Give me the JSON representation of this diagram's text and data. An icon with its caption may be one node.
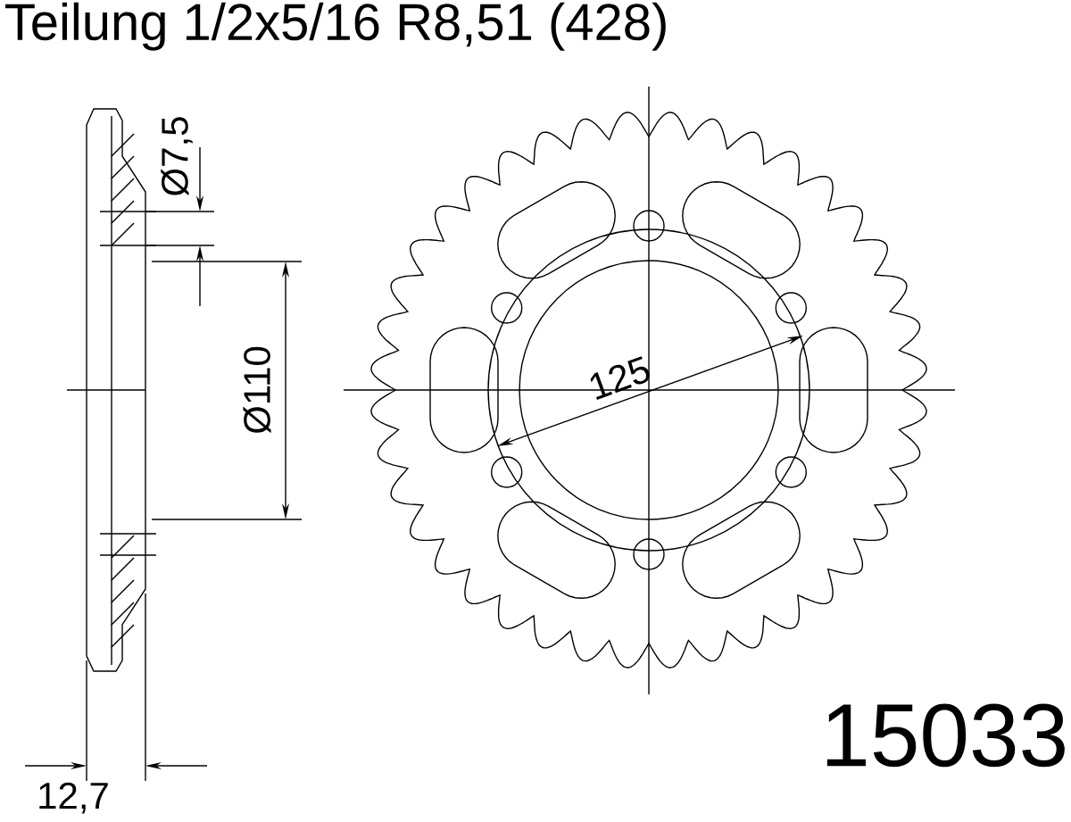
{
  "diagram": {
    "title": "Teilung 1/2x5/16 R8,51 (428)",
    "labels": [
      "Ø7,5",
      "Ø110",
      "125",
      "15033",
      "12,7"
    ]
  }
}
